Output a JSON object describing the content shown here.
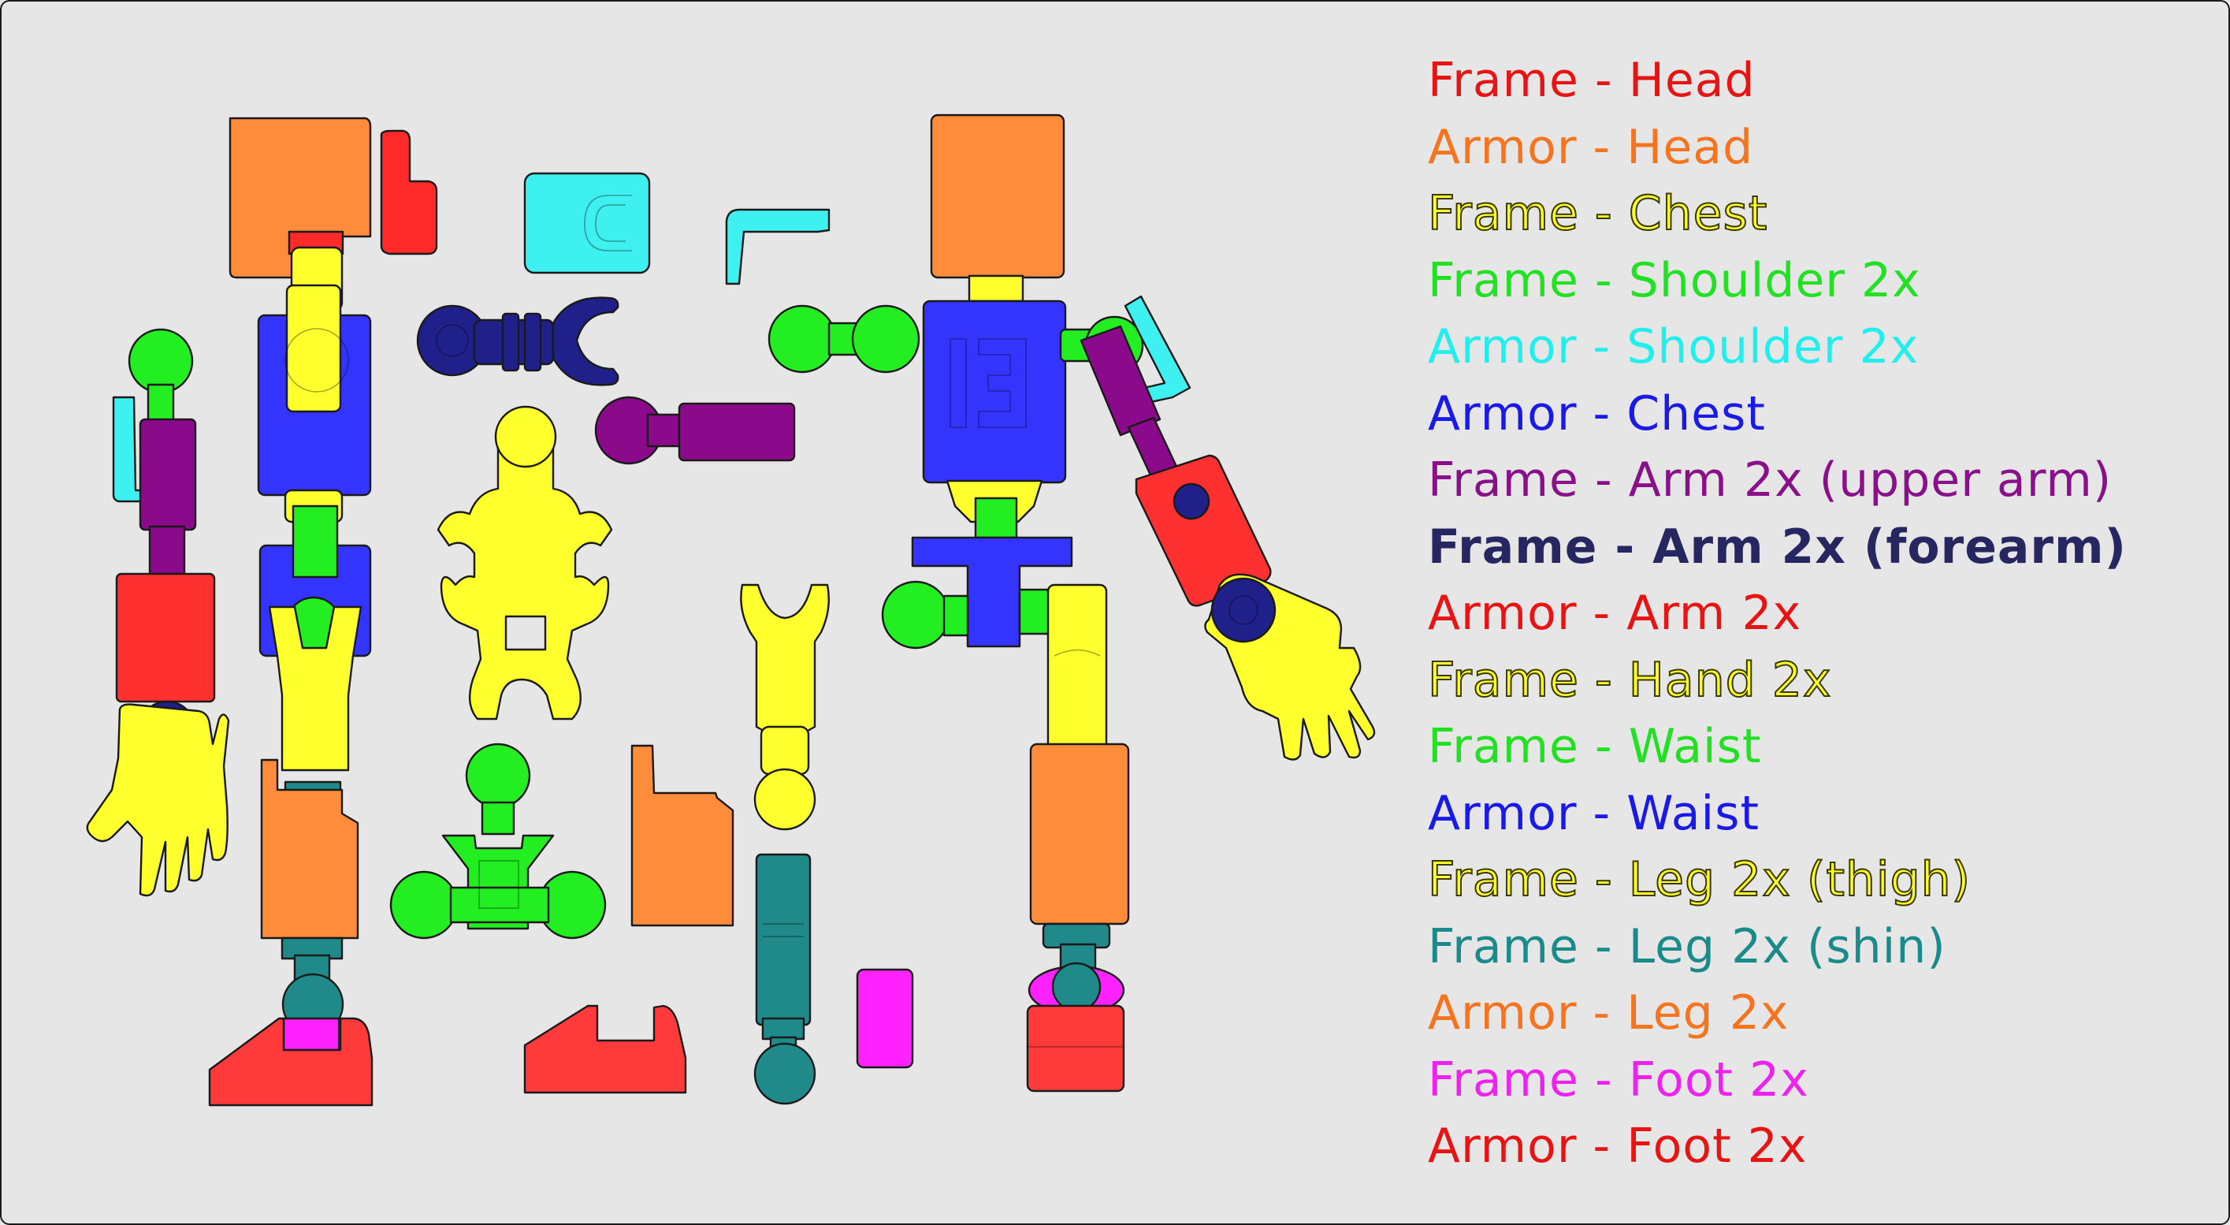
{
  "colors": {
    "frame_head": "#ff2a2a",
    "armor_head": "#ff8c3a",
    "frame_chest": "#ffff2e",
    "frame_shoulder": "#22ee22",
    "armor_shoulder": "#3ff0f0",
    "armor_chest": "#3434ff",
    "frame_upper_arm": "#8b0a8b",
    "frame_forearm": "#20208a",
    "armor_arm": "#ff3030",
    "frame_hand": "#ffff2e",
    "frame_waist": "#22ee22",
    "armor_waist": "#3434ff",
    "frame_thigh": "#ffff2e",
    "frame_shin": "#208a8a",
    "armor_leg": "#ff8c3a",
    "frame_foot": "#ff22ff",
    "armor_foot": "#ff3a3a"
  },
  "legend": [
    {
      "label": "Frame - Head",
      "color": "#e81414",
      "style": "plain"
    },
    {
      "label": "Armor - Head",
      "color": "#f57420",
      "style": "plain"
    },
    {
      "label": "Frame - Chest",
      "color": "#ffff30",
      "style": "outlined"
    },
    {
      "label": "Frame - Shoulder 2x",
      "color": "#22e022",
      "style": "plain"
    },
    {
      "label": "Armor - Shoulder 2x",
      "color": "#22eeee",
      "style": "plain"
    },
    {
      "label": "Armor - Chest",
      "color": "#1a1ae6",
      "style": "plain"
    },
    {
      "label": "Frame - Arm 2x (upper arm)",
      "color": "#8a108a",
      "style": "plain"
    },
    {
      "label": "Frame - Arm 2x (forearm)",
      "color": "#262660",
      "style": "bold"
    },
    {
      "label": "Armor - Arm 2x",
      "color": "#e81414",
      "style": "plain"
    },
    {
      "label": "Frame - Hand 2x",
      "color": "#ffff30",
      "style": "outlined"
    },
    {
      "label": "Frame - Waist",
      "color": "#22e022",
      "style": "plain"
    },
    {
      "label": "Armor - Waist",
      "color": "#1a1ae6",
      "style": "plain"
    },
    {
      "label": "Frame - Leg 2x (thigh)",
      "color": "#ffff30",
      "style": "outlined"
    },
    {
      "label": "Frame - Leg 2x (shin)",
      "color": "#1a8a8a",
      "style": "plain"
    },
    {
      "label": "Armor - Leg 2x",
      "color": "#f57420",
      "style": "plain"
    },
    {
      "label": "Frame - Foot 2x",
      "color": "#ee22ee",
      "style": "plain"
    },
    {
      "label": "Armor - Foot 2x",
      "color": "#e81414",
      "style": "plain"
    }
  ],
  "chest_armor_emblem": "13"
}
